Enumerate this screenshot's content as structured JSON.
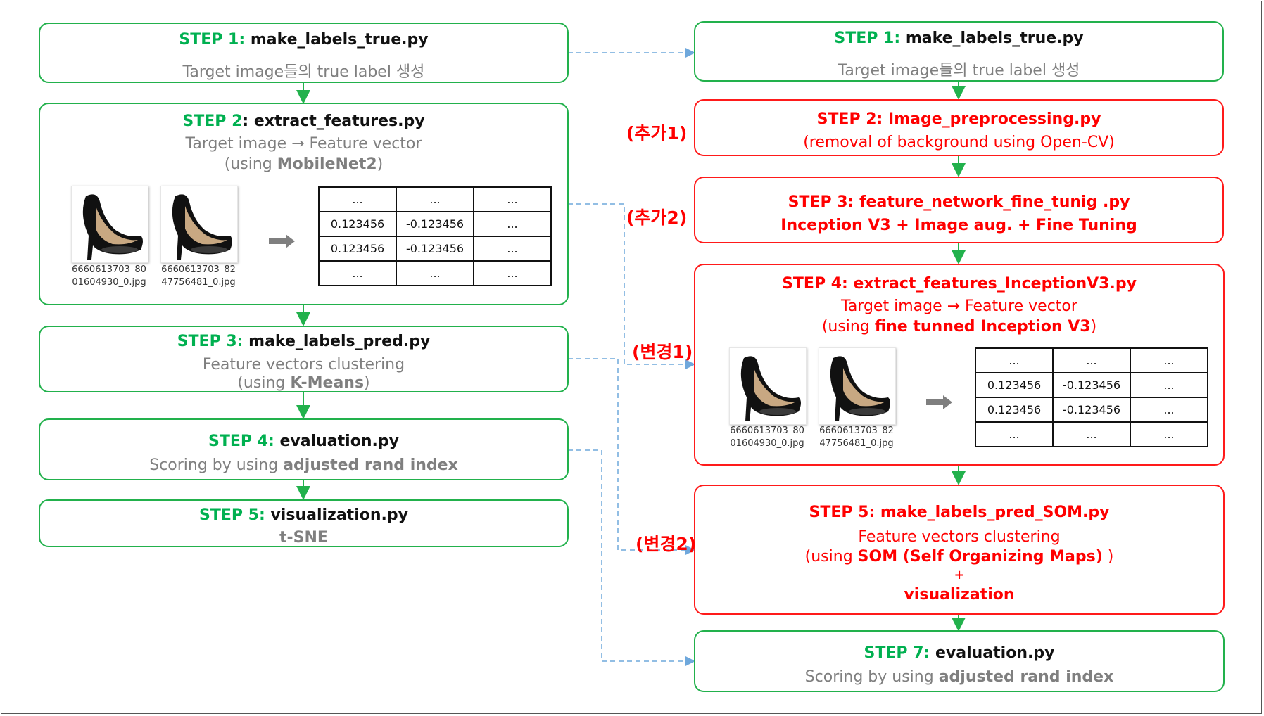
{
  "left": {
    "step1": {
      "step": "STEP 1:",
      "file": "make_labels_true.py",
      "desc": "Target image들의 true label 생성"
    },
    "step2": {
      "step": "STEP 2",
      "file": ": extract_features.py",
      "desc": "Target image → Feature vector",
      "using_pre": "(using ",
      "using_bold": "MobileNet2",
      "using_post": ")"
    },
    "step3": {
      "step": "STEP 3:",
      "file": "make_labels_pred.py",
      "desc": "Feature vectors clustering",
      "using_pre": "(using ",
      "using_bold": "K-Means",
      "using_post": ")"
    },
    "step4": {
      "step": "STEP 4:",
      "file": "evaluation.py",
      "desc_pre": "Scoring by using ",
      "desc_bold": "adjusted rand index"
    },
    "step5": {
      "step": "STEP 5:",
      "file": "visualization.py",
      "desc_bold": "t-SNE"
    }
  },
  "right": {
    "step1": {
      "step": "STEP 1:",
      "file": "make_labels_true.py",
      "desc": "Target image들의 true label 생성"
    },
    "step2": {
      "title": "STEP 2: Image_preprocessing.py",
      "desc": "(removal of background using Open-CV)"
    },
    "step3": {
      "title": "STEP 3: feature_network_fine_tunig .py",
      "desc": "Inception V3  +  Image aug.  +  Fine Tuning"
    },
    "step4": {
      "title": "STEP 4: extract_features_InceptionV3.py",
      "desc": "Target image → Feature vector",
      "using_pre": "(using ",
      "using_bold": "fine tunned Inception V3",
      "using_post": ")"
    },
    "step5": {
      "title": "STEP 5: make_labels_pred_SOM.py",
      "desc": "Feature vectors clustering",
      "using_pre": "(using ",
      "using_bold": "SOM  (Self Organizing Maps)",
      "using_post": " )",
      "plus": "+",
      "extra": "visualization"
    },
    "step7": {
      "step": "STEP 7:",
      "file": "evaluation.py",
      "desc_pre": "Scoring by using ",
      "desc_bold": "adjusted rand index"
    }
  },
  "tags": {
    "add1": "(추가1)",
    "add2": "(추가2)",
    "change1": "(변경1)",
    "change2": "(변경2)"
  },
  "images": {
    "caption1a": "6660613703_80",
    "caption1b": "01604930_0.jpg",
    "caption2a": "6660613703_82",
    "caption2b": "47756481_0.jpg"
  },
  "table": [
    [
      "...",
      "...",
      "..."
    ],
    [
      "0.123456",
      "-0.123456",
      "..."
    ],
    [
      "0.123456",
      "-0.123456",
      "..."
    ],
    [
      "...",
      "...",
      "..."
    ]
  ],
  "colors": {
    "green": "#22b14c",
    "red": "#ff1a1a",
    "dashed": "#6fa8dc"
  }
}
